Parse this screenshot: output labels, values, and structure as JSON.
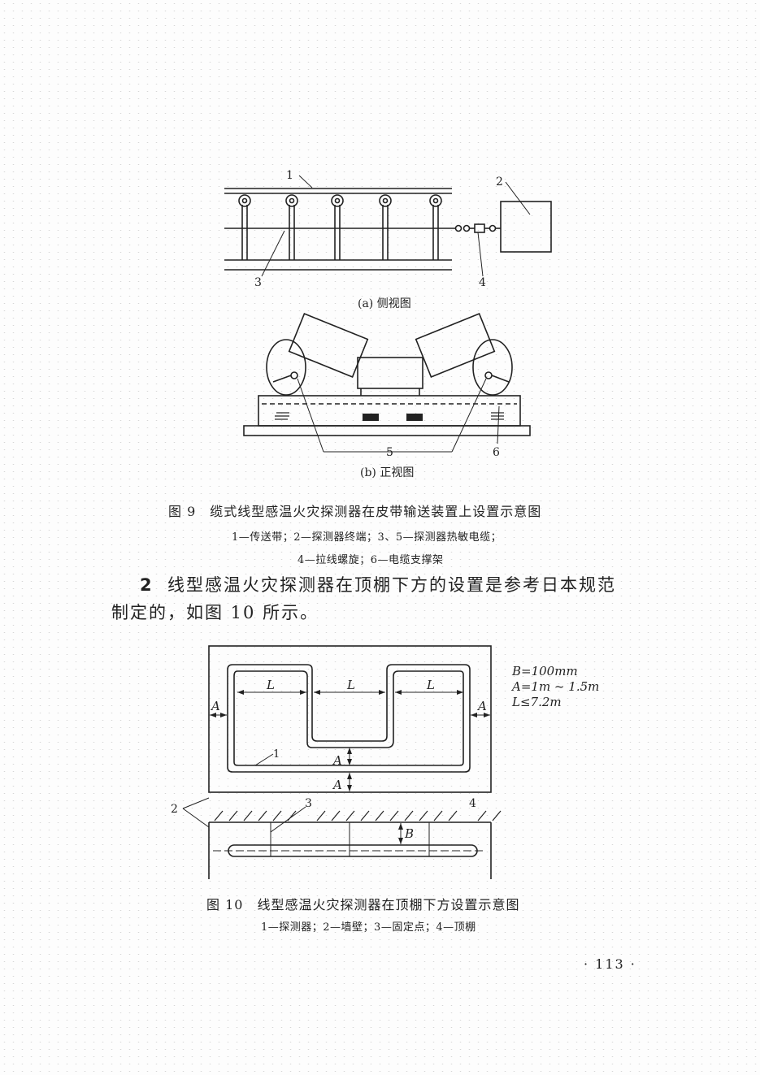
{
  "fig9": {
    "side": {
      "label_belt": "1",
      "label_terminal": "2",
      "label_cable": "3",
      "label_tensioner": "4",
      "caption": "(a) 侧视图"
    },
    "front": {
      "label_cable": "5",
      "label_support": "6",
      "caption": "(b) 正视图"
    },
    "caption": "图 9　缆式线型感温火灾探测器在皮带输送装置上设置示意图",
    "legend_line1": "1—传送带；2—探测器终端；3、5—探测器热敏电缆；",
    "legend_line2": "4—拉线螺旋；6—电缆支撑架"
  },
  "paragraph": {
    "number": "2",
    "line1": "线型感温火灾探测器在顶棚下方的设置是参考日本规范",
    "line2": "制定的，如图 10 所示。"
  },
  "fig10": {
    "params": {
      "b": "B=100mm",
      "a": "A=1m ~ 1.5m",
      "l": "L≤7.2m"
    },
    "dim_L": "L",
    "dim_A": "A",
    "dim_B": "B",
    "label_detector": "1",
    "label_wall": "2",
    "label_fixpoint": "3",
    "label_ceiling": "4",
    "caption": "图 10　线型感温火灾探测器在顶棚下方设置示意图",
    "legend": "1—探测器；2—墙壁；3—固定点；4—顶棚"
  },
  "page_number": "· 113 ·"
}
